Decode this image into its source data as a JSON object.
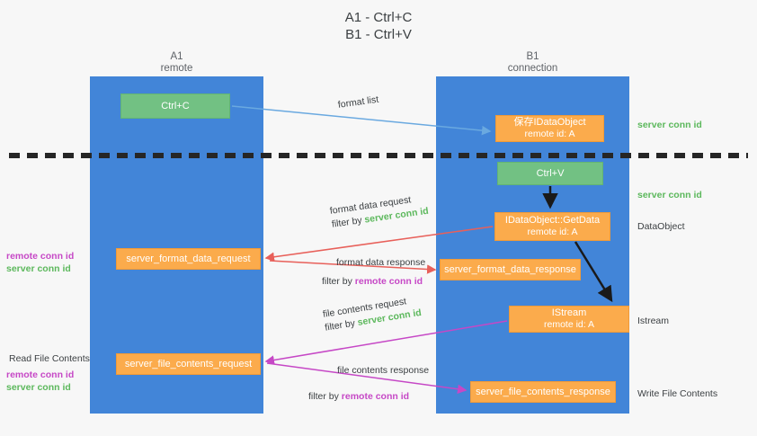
{
  "title": {
    "line1": "A1 - Ctrl+C",
    "line2": "B1 - Ctrl+V"
  },
  "colors": {
    "background": "#f7f7f7",
    "lane": "#4285d8",
    "green_node": "#72c183",
    "orange_node": "#fbab4c",
    "server_conn_id": "#5cb85c",
    "remote_conn_id": "#c648c6",
    "arrow_blue": "#6aa9e0",
    "arrow_red": "#e8605a",
    "arrow_magenta": "#c648c6",
    "arrow_black": "#1a1a1a",
    "divider": "#262626"
  },
  "columns": [
    {
      "name": "A1",
      "sub": "remote"
    },
    {
      "name": "B1",
      "sub": "connection"
    }
  ],
  "nodes": {
    "ctrl_c": {
      "line1": "Ctrl+C"
    },
    "save_dataobject": {
      "line1": "保存IDataObject",
      "line2": "remote id: A"
    },
    "ctrl_v": {
      "line1": "Ctrl+V"
    },
    "getdata": {
      "line1": "IDataObject::GetData",
      "line2": "remote id: A"
    },
    "server_format_data_request": {
      "line1": "server_format_data_request"
    },
    "server_format_data_response": {
      "line1": "server_format_data_response"
    },
    "istream": {
      "line1": "IStream",
      "line2": "remote id: A"
    },
    "server_file_contents_request": {
      "line1": "server_file_contents_request"
    },
    "server_file_contents_response": {
      "line1": "server_file_contents_response"
    }
  },
  "edges": {
    "format_list": {
      "line1": "format list"
    },
    "format_data_request": {
      "line1": "format data request",
      "filter_prefix": "filter by ",
      "filter_key": "server conn id"
    },
    "format_data_response": {
      "line1": "format data response",
      "filter_prefix": "filter by ",
      "filter_key": "remote conn id"
    },
    "file_contents_request": {
      "line1": "file contents request",
      "filter_prefix": "filter by ",
      "filter_key": "server conn id"
    },
    "file_contents_response": {
      "line1": "file contents response",
      "filter_prefix": "filter by ",
      "filter_key": "remote conn id"
    }
  },
  "annotations": {
    "right_server_conn_id_top": "server conn id",
    "right_server_conn_id_mid": "server conn id",
    "right_dataobject": "DataObject",
    "right_istream": "Istream",
    "right_write_file_contents": "Write File Contents",
    "left_remote_conn_id_1": "remote conn id",
    "left_server_conn_id_1": "server conn id",
    "left_read_file_contents": "Read File Contents",
    "left_remote_conn_id_2": "remote conn id",
    "left_server_conn_id_2": "server conn id"
  }
}
